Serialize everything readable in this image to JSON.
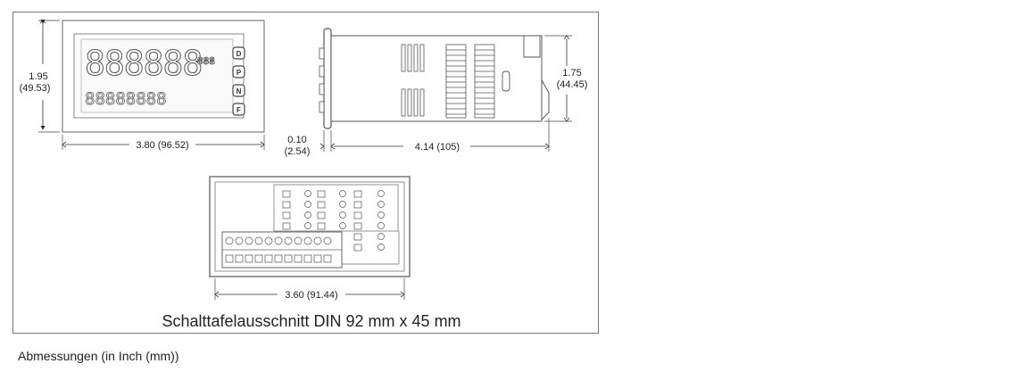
{
  "front_view": {
    "height_label": "1.95",
    "height_label_mm": "(49.53)",
    "width_label": "3.80 (96.52)",
    "display_top_digits": "888888",
    "display_unit_digits": "888",
    "display_bottom_digits": "88888888",
    "buttons": [
      "D",
      "P",
      "N",
      "F"
    ]
  },
  "side_view": {
    "bezel_label": "0.10",
    "bezel_label_mm": "(2.54)",
    "depth_label": "4.14 (105)",
    "height_label": "1.75",
    "height_label_mm": "(44.45)"
  },
  "rear_view": {
    "width_label": "3.60 (91.44)"
  },
  "panel_cutout_label": "Schalttafelausschnitt DIN 92 mm x 45 mm",
  "caption": "Abmessungen (in Inch (mm))"
}
